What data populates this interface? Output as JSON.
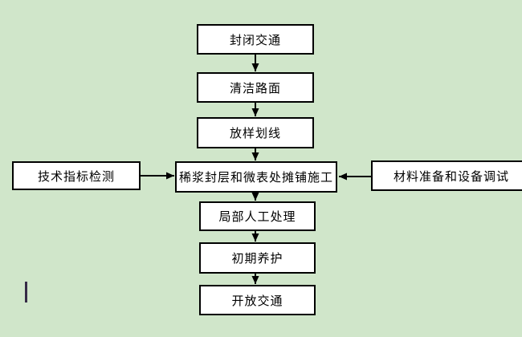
{
  "page": {
    "background_color": "#d0e6ca",
    "node_fill": "#ffffff",
    "line_color": "#000000",
    "caret_color": "#362c47"
  },
  "flowchart": {
    "title": "slurry-seal-micro-surfacing-construction-process",
    "main_steps": [
      {
        "id": "close-traffic",
        "label": "封闭交通"
      },
      {
        "id": "clean-road",
        "label": "清洁路面"
      },
      {
        "id": "layout-marking",
        "label": "放样划线"
      },
      {
        "id": "paving-work",
        "label": "稀浆封层和微表处摊铺施工"
      },
      {
        "id": "local-manual",
        "label": "局部人工处理"
      },
      {
        "id": "initial-curing",
        "label": "初期养护"
      },
      {
        "id": "open-traffic",
        "label": "开放交通"
      }
    ],
    "side_inputs": {
      "left": {
        "id": "tech-inspection",
        "label": "技术指标检测"
      },
      "right": {
        "id": "material-equipment",
        "label": "材料准备和设备调试"
      }
    }
  },
  "cursor": {
    "type": "text-caret"
  }
}
